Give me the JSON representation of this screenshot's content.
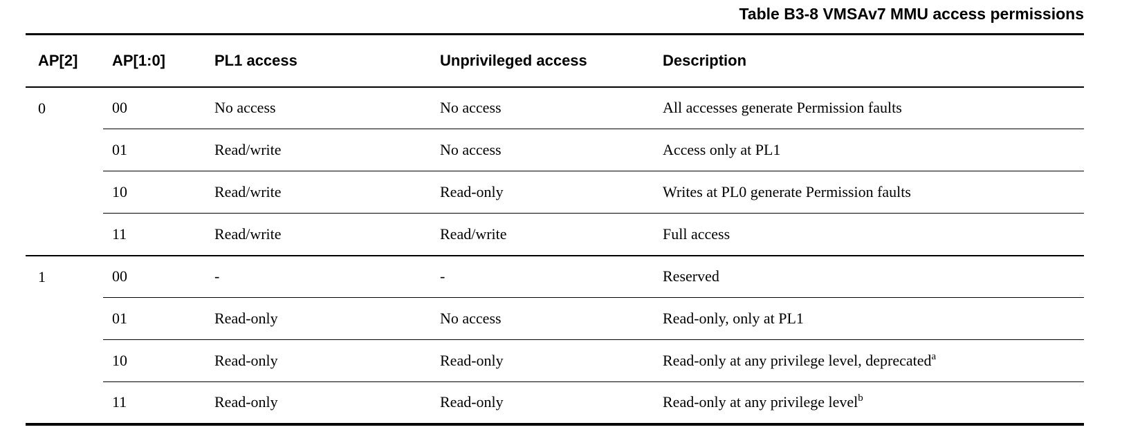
{
  "title": "Table B3-8 VMSAv7 MMU access permissions",
  "table": {
    "columns": [
      "AP[2]",
      "AP[1:0]",
      "PL1 access",
      "Unprivileged access",
      "Description"
    ],
    "groups": [
      {
        "ap2": "0",
        "rows": [
          {
            "ap10": "00",
            "pl1": "No access",
            "unpriv": "No access",
            "desc": "All accesses generate Permission faults",
            "note": ""
          },
          {
            "ap10": "01",
            "pl1": "Read/write",
            "unpriv": "No access",
            "desc": "Access only at PL1",
            "note": ""
          },
          {
            "ap10": "10",
            "pl1": "Read/write",
            "unpriv": "Read-only",
            "desc": "Writes at PL0 generate Permission faults",
            "note": ""
          },
          {
            "ap10": "11",
            "pl1": "Read/write",
            "unpriv": "Read/write",
            "desc": "Full access",
            "note": ""
          }
        ]
      },
      {
        "ap2": "1",
        "rows": [
          {
            "ap10": "00",
            "pl1": "-",
            "unpriv": "-",
            "desc": "Reserved",
            "note": ""
          },
          {
            "ap10": "01",
            "pl1": "Read-only",
            "unpriv": "No access",
            "desc": "Read-only, only at PL1",
            "note": ""
          },
          {
            "ap10": "10",
            "pl1": "Read-only",
            "unpriv": "Read-only",
            "desc": "Read-only at any privilege level, deprecated",
            "note": "a"
          },
          {
            "ap10": "11",
            "pl1": "Read-only",
            "unpriv": "Read-only",
            "desc": "Read-only at any privilege level",
            "note": "b"
          }
        ]
      }
    ]
  }
}
